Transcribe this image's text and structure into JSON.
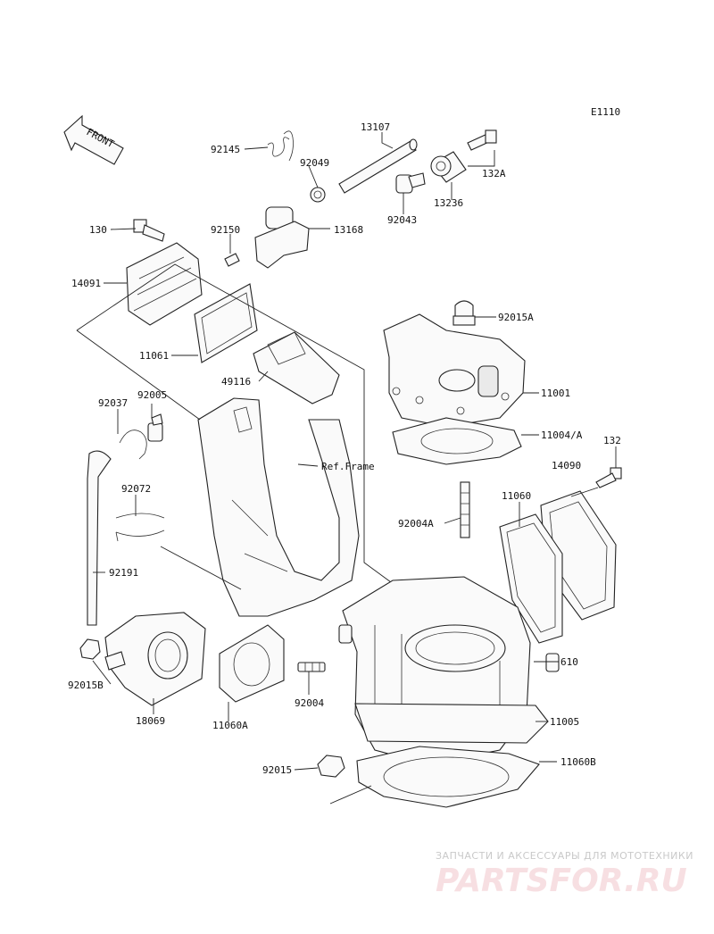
{
  "diagram_code": "E1110",
  "front_label": "FRONT",
  "ref_frame_label": "Ref.Frame",
  "labels": {
    "p92145": "92145",
    "p13107": "13107",
    "p92049": "92049",
    "p132A": "132A",
    "p13236": "13236",
    "p92043": "92043",
    "p130": "130",
    "p92150": "92150",
    "p13168": "13168",
    "p14091": "14091",
    "p92015A": "92015A",
    "p11061": "11061",
    "p49116": "49116",
    "p11001": "11001",
    "p92037": "92037",
    "p92005": "92005",
    "p11004A": "11004/A",
    "p132": "132",
    "p14090": "14090",
    "p92072": "92072",
    "p11060": "11060",
    "p92004A": "92004A",
    "p92191": "92191",
    "p610": "610",
    "p92015B": "92015B",
    "p92004": "92004",
    "p18069": "18069",
    "p11060A": "11060A",
    "p11005": "11005",
    "p92015": "92015",
    "p11060B": "11060B"
  },
  "watermark": {
    "tagline": "ЗАПЧАСТИ И АКСЕССУАРЫ ДЛЯ МОТОТЕХНИКИ",
    "brand": "PARTSFOR.RU",
    "brand_color": "#e8a3ad"
  }
}
